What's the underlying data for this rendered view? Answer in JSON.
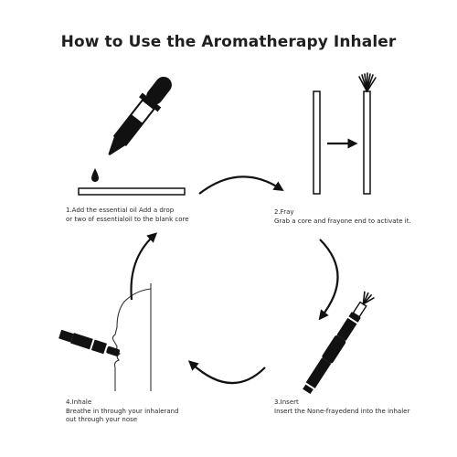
{
  "title": "How to Use the Aromatherapy Inhaler",
  "colors": {
    "ink": "#111111",
    "background": "#ffffff"
  },
  "steps": [
    {
      "heading": "1.Add the essential oil Add a drop",
      "body": [
        "or two of essentialoil to the blank core"
      ]
    },
    {
      "heading": "2.Fray",
      "body": [
        "Grab a core and frayone end to activate it."
      ]
    },
    {
      "heading": "3.Insert",
      "body": [
        "Insert the None-frayedend into the inhaler"
      ]
    },
    {
      "heading": "4.Inhale",
      "body": [
        "Breathe in through your inhalerand",
        "out through your nose"
      ]
    }
  ]
}
